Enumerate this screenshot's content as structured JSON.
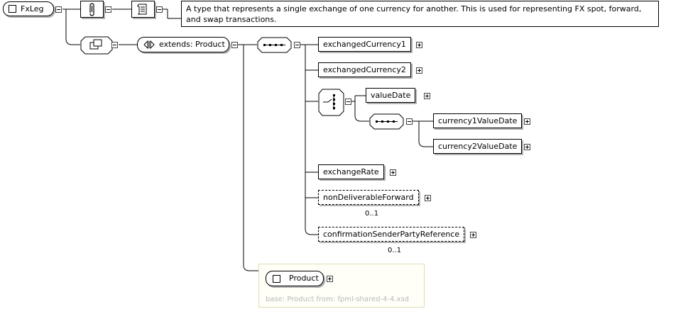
{
  "root": {
    "label": "FxLeg"
  },
  "annotation": {
    "text": "A type that represents a single exchange of one currency for another. This is used for representing FX spot, forward, and swap transactions."
  },
  "extension": {
    "label": "extends: Product"
  },
  "elements": [
    {
      "label": "exchangedCurrency1",
      "occurs": ""
    },
    {
      "label": "exchangedCurrency2",
      "occurs": ""
    },
    {
      "label": "valueDate",
      "occurs": ""
    },
    {
      "label": "currency1ValueDate",
      "occurs": ""
    },
    {
      "label": "currency2ValueDate",
      "occurs": ""
    },
    {
      "label": "exchangeRate",
      "occurs": ""
    },
    {
      "label": "nonDeliverableForward",
      "occurs": "0..1"
    },
    {
      "label": "confirmationSenderPartyReference",
      "occurs": "0..1"
    }
  ],
  "base": {
    "label": "Product",
    "caption": "base: Product from: fpml-shared-4-4.xsd"
  },
  "colors": {
    "line": "#000000",
    "base_border": "#e0dcb8",
    "base_caption": "#b8b8b8",
    "shadow": "#b0b0b0"
  }
}
